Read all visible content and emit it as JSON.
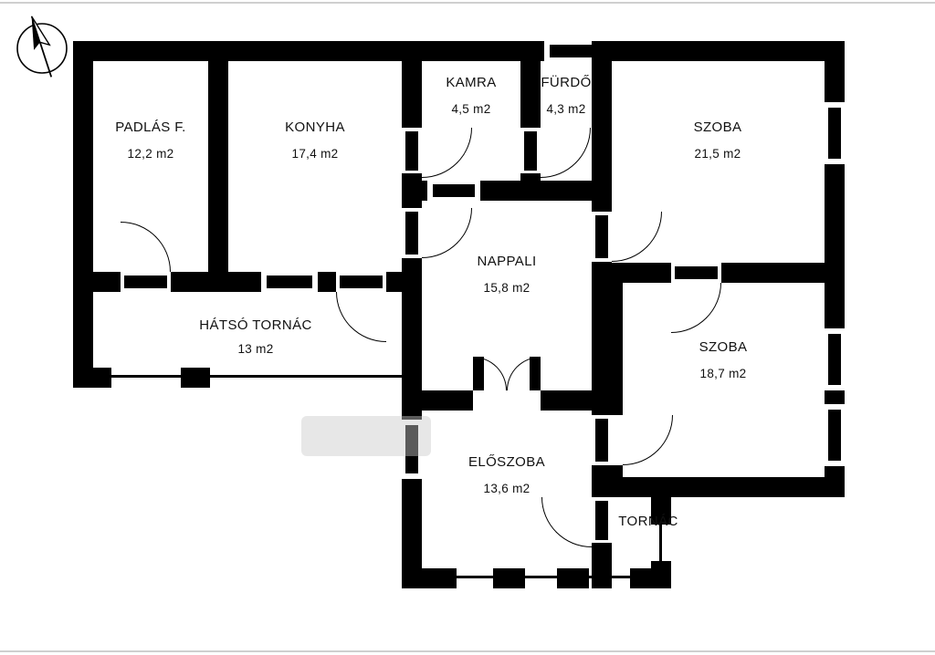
{
  "rooms": [
    {
      "id": "padlas",
      "name": "PADLÁS F.",
      "area": "12,2 m2"
    },
    {
      "id": "konyha",
      "name": "KONYHA",
      "area": "17,4 m2"
    },
    {
      "id": "kamra",
      "name": "KAMRA",
      "area": "4,5 m2"
    },
    {
      "id": "furdo",
      "name": "FÜRDŐ",
      "area": "4,3 m2"
    },
    {
      "id": "szoba_nagy",
      "name": "SZOBA",
      "area": "21,5 m2"
    },
    {
      "id": "nappali",
      "name": "NAPPALI",
      "area": "15,8 m2"
    },
    {
      "id": "hatso_tornac",
      "name": "HÁTSÓ TORNÁC",
      "area": "13 m2"
    },
    {
      "id": "szoba_kis",
      "name": "SZOBA",
      "area": "18,7 m2"
    },
    {
      "id": "eloszoba",
      "name": "ELŐSZOBA",
      "area": "13,6 m2"
    },
    {
      "id": "tornac",
      "name": "TORNÁC",
      "area": ""
    }
  ],
  "icons": {
    "compass": "north-arrow"
  },
  "colors": {
    "wall": "#000000",
    "background": "#ffffff",
    "arc_stroke": "#000000",
    "watermark": "#c9c9c9"
  }
}
